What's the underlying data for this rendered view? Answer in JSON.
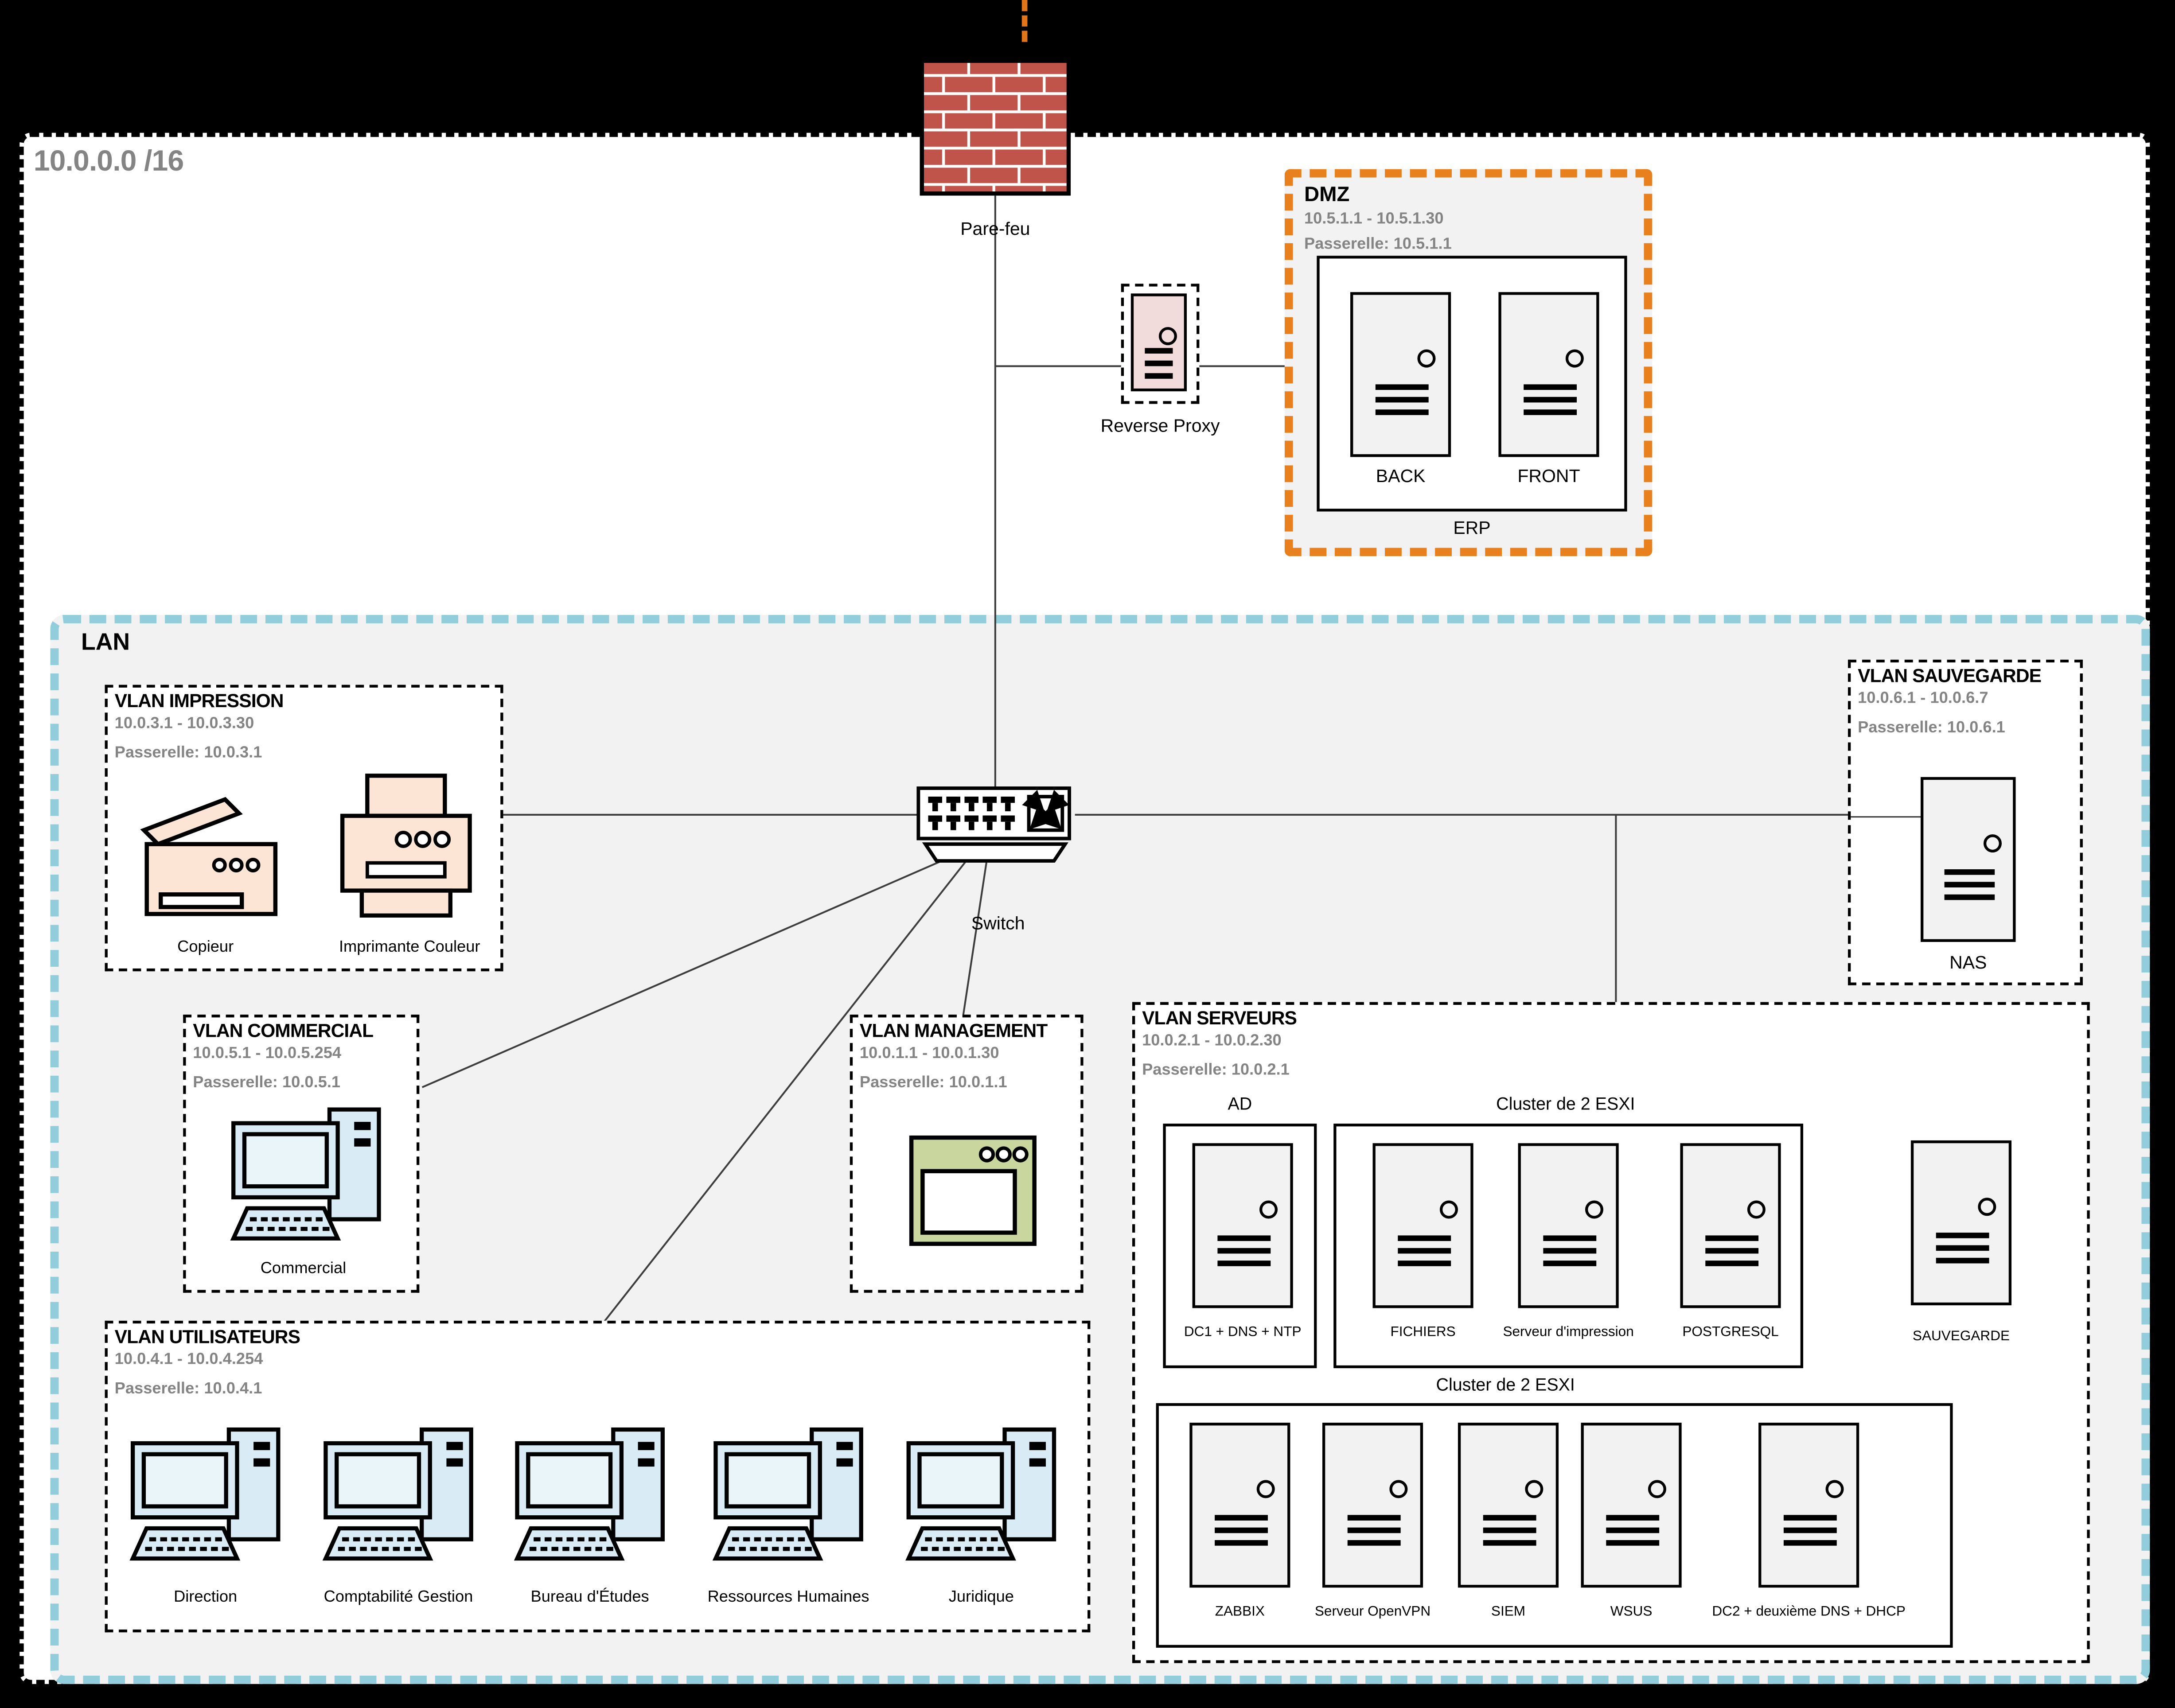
{
  "colors": {
    "brick": "#C0544B",
    "dmz_border": "#E8801E",
    "lan_border": "#92CDDC",
    "panel_bg": "#F2F2F2",
    "printer_fill": "#FCE5D5",
    "workstation_fill": "#D9ECF5",
    "management_fill": "#C9D79E",
    "proxy_fill": "#F2DCDB"
  },
  "network": {
    "cidr": "10.0.0.0 /16"
  },
  "wan": {
    "firewall_label": "Pare-feu",
    "reverse_proxy_label": "Reverse Proxy"
  },
  "dmz": {
    "title": "DMZ",
    "range": "10.5.1.1 - 10.5.1.30",
    "gateway": "Passerelle: 10.5.1.1",
    "erp_label": "ERP",
    "servers": [
      {
        "label": "BACK"
      },
      {
        "label": "FRONT"
      }
    ]
  },
  "lan": {
    "title": "LAN",
    "switch_label": "Switch",
    "impression": {
      "title": "VLAN IMPRESSION",
      "range": "10.0.3.1 - 10.0.3.30",
      "gateway": "Passerelle: 10.0.3.1",
      "devices": [
        {
          "label": "Copieur"
        },
        {
          "label": "Imprimante Couleur"
        }
      ]
    },
    "sauvegarde": {
      "title": "VLAN SAUVEGARDE",
      "range": "10.0.6.1 - 10.0.6.7",
      "gateway": "Passerelle: 10.0.6.1",
      "devices": [
        {
          "label": "NAS"
        }
      ]
    },
    "commercial": {
      "title": "VLAN COMMERCIAL",
      "range": "10.0.5.1 - 10.0.5.254",
      "gateway": "Passerelle: 10.0.5.1",
      "devices": [
        {
          "label": "Commercial"
        }
      ]
    },
    "management": {
      "title": "VLAN MANAGEMENT",
      "range": "10.0.1.1 - 10.0.1.30",
      "gateway": "Passerelle: 10.0.1.1"
    },
    "serveurs": {
      "title": "VLAN SERVEURS",
      "range": "10.0.2.1 - 10.0.2.30",
      "gateway": "Passerelle: 10.0.2.1",
      "ad_label": "AD",
      "cluster1_label": "Cluster de 2 ESXI",
      "cluster2_label": "Cluster de 2 ESXI",
      "ad_servers": [
        {
          "label": "DC1 + DNS + NTP"
        }
      ],
      "cluster1_servers": [
        {
          "label": "FICHIERS"
        },
        {
          "label": "Serveur d'impression"
        },
        {
          "label": "POSTGRESQL"
        }
      ],
      "standalone_servers": [
        {
          "label": "SAUVEGARDE"
        }
      ],
      "cluster2_servers": [
        {
          "label": "ZABBIX"
        },
        {
          "label": "Serveur OpenVPN"
        },
        {
          "label": "SIEM"
        },
        {
          "label": "WSUS"
        },
        {
          "label": "DC2 + deuxième DNS + DHCP"
        }
      ]
    },
    "utilisateurs": {
      "title": "VLAN UTILISATEURS",
      "range": "10.0.4.1 - 10.0.4.254",
      "gateway": "Passerelle: 10.0.4.1",
      "workstations": [
        {
          "label": "Direction"
        },
        {
          "label": "Comptabilité Gestion"
        },
        {
          "label": "Bureau d'Études"
        },
        {
          "label": "Ressources Humaines"
        },
        {
          "label": "Juridique"
        }
      ]
    }
  }
}
